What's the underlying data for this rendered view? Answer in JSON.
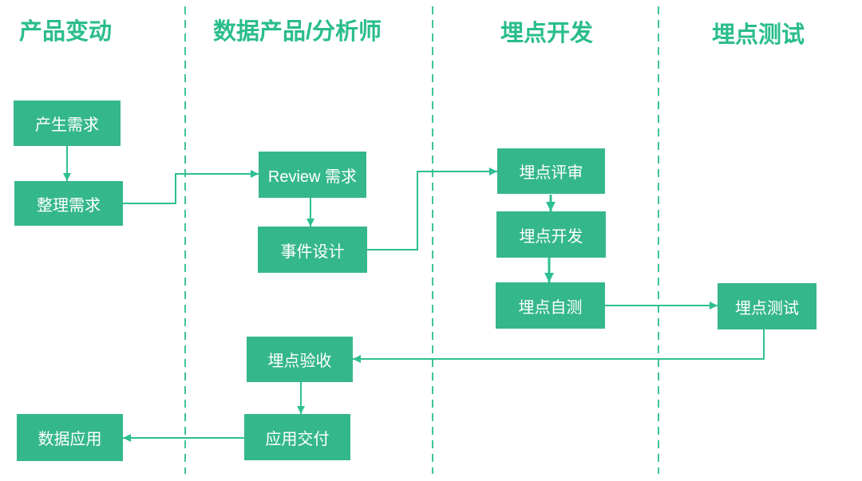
{
  "theme": {
    "node_fill": "#35b78c",
    "node_text": "#ffffff",
    "line_color": "#2ebf92",
    "lane_line_color": "#3fc39a",
    "header_color": "#2abd8a",
    "background": "#ffffff"
  },
  "lanes": [
    {
      "title": "产品变动"
    },
    {
      "title": "数据产品/分析师"
    },
    {
      "title": "埋点开发"
    },
    {
      "title": "埋点测试"
    }
  ],
  "nodes": [
    {
      "id": "produce-requirement",
      "label": "产生需求"
    },
    {
      "id": "organize-requirement",
      "label": "整理需求"
    },
    {
      "id": "review-requirement",
      "label": "Review 需求"
    },
    {
      "id": "event-design",
      "label": "事件设计"
    },
    {
      "id": "tracking-review",
      "label": "埋点评审"
    },
    {
      "id": "tracking-develop",
      "label": "埋点开发"
    },
    {
      "id": "tracking-selftest",
      "label": "埋点自测"
    },
    {
      "id": "tracking-test",
      "label": "埋点测试"
    },
    {
      "id": "tracking-acceptance",
      "label": "埋点验收"
    },
    {
      "id": "application-delivery",
      "label": "应用交付"
    },
    {
      "id": "data-application",
      "label": "数据应用"
    }
  ],
  "edges": [
    {
      "from": "produce-requirement",
      "to": "organize-requirement"
    },
    {
      "from": "organize-requirement",
      "to": "review-requirement"
    },
    {
      "from": "review-requirement",
      "to": "event-design"
    },
    {
      "from": "event-design",
      "to": "tracking-review"
    },
    {
      "from": "tracking-review",
      "to": "tracking-develop"
    },
    {
      "from": "tracking-develop",
      "to": "tracking-selftest"
    },
    {
      "from": "tracking-selftest",
      "to": "tracking-test"
    },
    {
      "from": "tracking-test",
      "to": "tracking-acceptance"
    },
    {
      "from": "tracking-acceptance",
      "to": "application-delivery"
    },
    {
      "from": "application-delivery",
      "to": "data-application"
    }
  ]
}
